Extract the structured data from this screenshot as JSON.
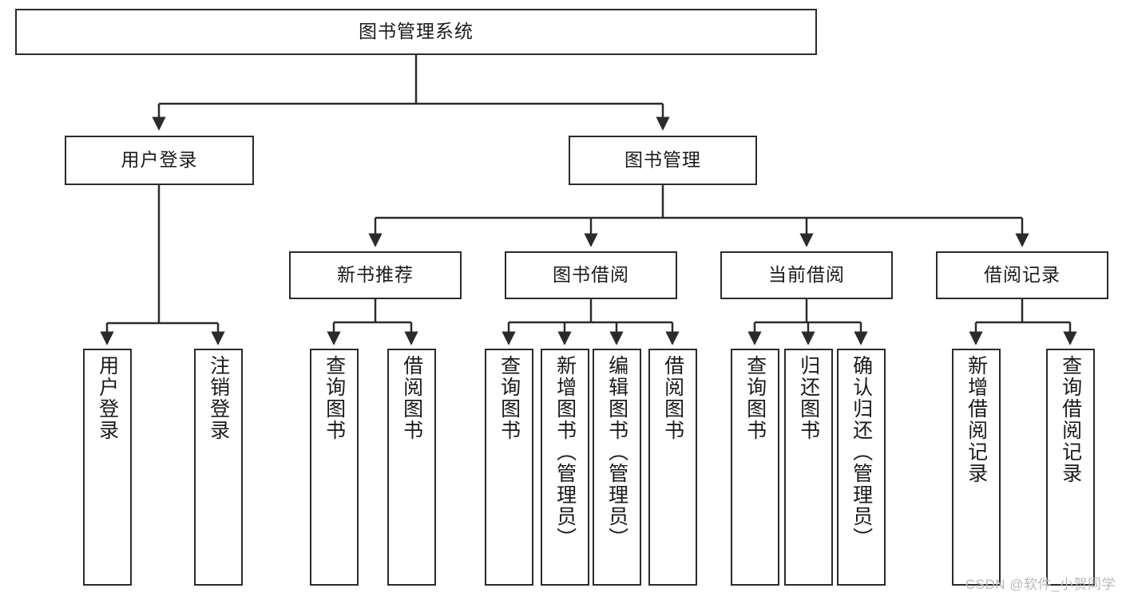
{
  "diagram": {
    "title": "图书管理系统",
    "watermark": "CSDN @软件_小贺同学",
    "stroke_color": "#2b2b2b",
    "fill_color": "#ffffff",
    "text_color": "#1a1a1a",
    "watermark_color": "#b9b9b9",
    "type": "tree-hierarchy",
    "orientation": "top-down"
  },
  "nodes": {
    "root": {
      "label": "图书管理系统",
      "level": 0
    },
    "l1": [
      {
        "id": "user_login",
        "label": "用户登录",
        "level": 1
      },
      {
        "id": "book_mgmt",
        "label": "图书管理",
        "level": 1
      }
    ],
    "l2": [
      {
        "id": "new_book_rec",
        "label": "新书推荐",
        "level": 2,
        "parent": "book_mgmt"
      },
      {
        "id": "book_borrow",
        "label": "图书借阅",
        "level": 2,
        "parent": "book_mgmt"
      },
      {
        "id": "current_borrow",
        "label": "当前借阅",
        "level": 2,
        "parent": "book_mgmt"
      },
      {
        "id": "borrow_record",
        "label": "借阅记录",
        "level": 2,
        "parent": "book_mgmt"
      }
    ],
    "leaves": [
      {
        "id": "leaf_user_login",
        "label": "用户登录",
        "parent": "user_login"
      },
      {
        "id": "leaf_user_logout",
        "label": "注销登录",
        "parent": "user_login"
      },
      {
        "id": "leaf_query_book_a",
        "label": "查询图书",
        "parent": "new_book_rec"
      },
      {
        "id": "leaf_borrow_book_a",
        "label": "借阅图书",
        "parent": "new_book_rec"
      },
      {
        "id": "leaf_query_book_b",
        "label": "查询图书",
        "parent": "book_borrow"
      },
      {
        "id": "leaf_add_book",
        "label": "新增图书（管理员）",
        "parent": "book_borrow"
      },
      {
        "id": "leaf_edit_book",
        "label": "编辑图书（管理员）",
        "parent": "book_borrow"
      },
      {
        "id": "leaf_borrow_book_b",
        "label": "借阅图书",
        "parent": "book_borrow"
      },
      {
        "id": "leaf_query_book_c",
        "label": "查询图书",
        "parent": "current_borrow"
      },
      {
        "id": "leaf_return_book",
        "label": "归还图书",
        "parent": "current_borrow"
      },
      {
        "id": "leaf_confirm_return",
        "label": "确认归还（管理员）",
        "parent": "current_borrow"
      },
      {
        "id": "leaf_add_record",
        "label": "新增借阅记录",
        "parent": "borrow_record"
      },
      {
        "id": "leaf_query_record",
        "label": "查询借阅记录",
        "parent": "borrow_record"
      }
    ]
  }
}
